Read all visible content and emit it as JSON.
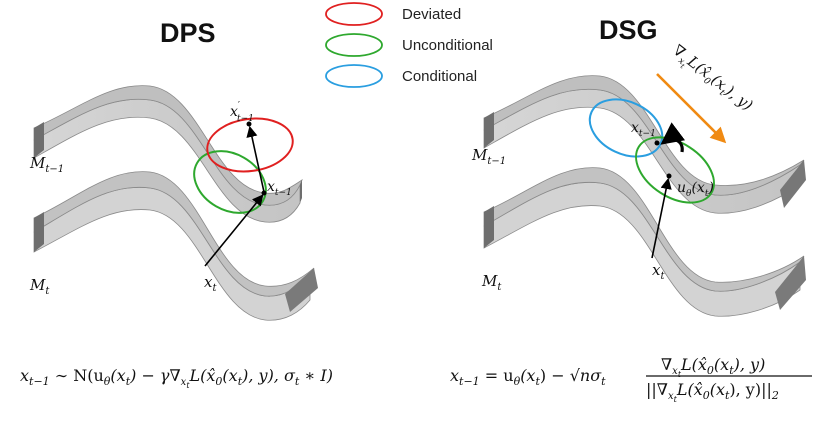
{
  "titles": {
    "left": "DPS",
    "right": "DSG"
  },
  "legend": {
    "items": [
      {
        "label": "Deviated",
        "color": "#e02020"
      },
      {
        "label": "Unconditional",
        "color": "#2ea82e"
      },
      {
        "label": "Conditional",
        "color": "#2a9ee0"
      }
    ]
  },
  "left_panel": {
    "manifold_upper": "M",
    "manifold_upper_sub": "t−1",
    "manifold_lower": "M",
    "manifold_lower_sub": "t",
    "point_xt": "x",
    "point_xt_sub": "t",
    "point_xt1": "x",
    "point_xt1_sub": "t−1",
    "point_xt1_prime": "x",
    "point_xt1_prime_sup": "′",
    "point_xt1_prime_sub": "t−1",
    "formula": "x_{t−1} ∼ N(u_θ(x_t) − γ∇_{x_t}L(x̂_0(x_t), y), σ_t ∗ I)",
    "formula_parts": {
      "a": "x",
      "a_sub": "t−1",
      "b": " ∼ N(u",
      "b_sub": "θ",
      "c": "(x",
      "c_sub": "t",
      "d": ") − γ∇",
      "d_sub": "x",
      "d_subsub": "t",
      "e": "L(x̂",
      "e_sub": "0",
      "f": "(x",
      "f_sub": "t",
      "g": "), y), σ",
      "g_sub": "t",
      "h": " ∗ I)"
    }
  },
  "right_panel": {
    "manifold_upper": "M",
    "manifold_upper_sub": "t−1",
    "manifold_lower": "M",
    "manifold_lower_sub": "t",
    "point_xt": "x",
    "point_xt_sub": "t",
    "point_xt1": "x",
    "point_xt1_sub": "t−1",
    "point_u": "u",
    "point_u_sub": "θ",
    "point_u_tail": "(x",
    "point_u_tail_sub": "t",
    "point_u_close": ")",
    "gradient_label": "∇",
    "gradient_label_sub": "x",
    "gradient_label_subsub": "t",
    "gradient_label_rest": "L(x̂",
    "gradient_label_rest_sub": "0",
    "gradient_label_tail": "(x",
    "gradient_label_tail_sub": "t",
    "gradient_label_end": "), y)",
    "gradient_color": "#f08a12",
    "formula": "x_{t−1} = u_θ(x_t) − √n σ_t ∇_{x_t}L(x̂_0(x_t), y) / ||∇_{x_t}L(x̂_0(x_t), y)||_2",
    "formula_parts": {
      "lhs": "x",
      "lhs_sub": "t−1",
      "eq": " = u",
      "eq_sub": "θ",
      "u_arg": "(x",
      "u_arg_sub": "t",
      "minus": ") − ",
      "sqrt": "√",
      "n": "n",
      "sigma": "σ",
      "sigma_sub": "t",
      "num": "∇",
      "num_sub": "x",
      "num_subsub": "t",
      "num_rest": "L(x̂",
      "num_rest_sub": "0",
      "num_tail": "(x",
      "num_tail_sub": "t",
      "num_end": "), y)",
      "den_open": "||∇",
      "den_sub": "x",
      "den_subsub": "t",
      "den_rest": "L(x̂",
      "den_rest_sub": "0",
      "den_tail": "(x",
      "den_tail_sub": "t",
      "den_end": "), y)||",
      "den_end_sub": "2"
    }
  }
}
